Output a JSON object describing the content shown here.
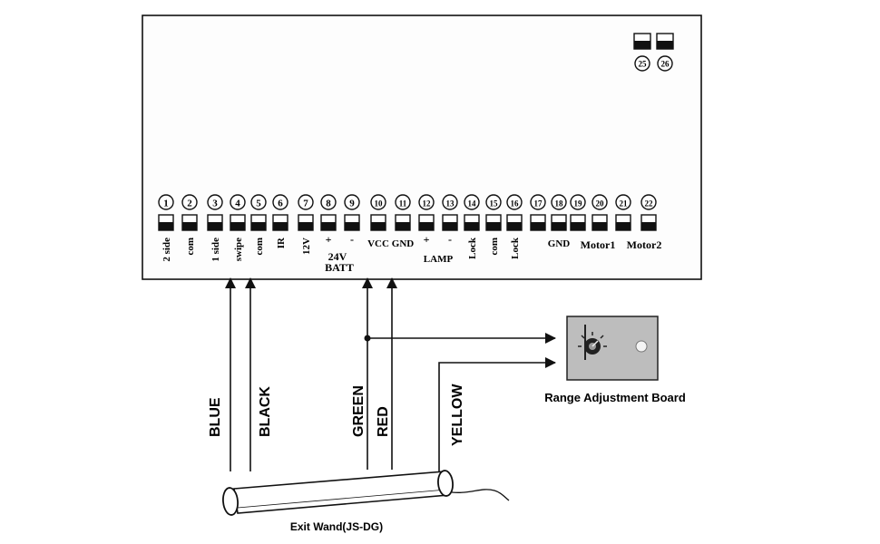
{
  "controller": {
    "terminals": [
      {
        "num": "1",
        "label": "2 side"
      },
      {
        "num": "2",
        "label": "com"
      },
      {
        "num": "3",
        "label": "1 side"
      },
      {
        "num": "4",
        "label": "swipe"
      },
      {
        "num": "5",
        "label": "com"
      },
      {
        "num": "6",
        "label": "IR"
      },
      {
        "num": "7",
        "label": "12V"
      },
      {
        "num": "8",
        "label": "+"
      },
      {
        "num": "9",
        "label": "-"
      },
      {
        "num": "10",
        "label": "VCC"
      },
      {
        "num": "11",
        "label": "GND"
      },
      {
        "num": "12",
        "label": "+"
      },
      {
        "num": "13",
        "label": "-"
      },
      {
        "num": "14",
        "label": "Lock"
      },
      {
        "num": "15",
        "label": "com"
      },
      {
        "num": "16",
        "label": "Lock"
      },
      {
        "num": "17",
        "label": ""
      },
      {
        "num": "18",
        "label": ""
      },
      {
        "num": "19",
        "label": ""
      },
      {
        "num": "20",
        "label": ""
      },
      {
        "num": "21",
        "label": ""
      },
      {
        "num": "22",
        "label": ""
      }
    ],
    "group_labels": {
      "batt_top": "24V",
      "batt_bottom": "BATT",
      "lamp": "LAMP",
      "gnd": "GND",
      "motor1": "Motor1",
      "motor2": "Motor2"
    },
    "corner_terminals": [
      "25",
      "26"
    ]
  },
  "wires": {
    "blue": "BLUE",
    "black": "BLACK",
    "green": "GREEN",
    "red": "RED",
    "yellow": "YELLOW"
  },
  "range_board": {
    "label": "Range Adjustment Board"
  },
  "exit_wand": {
    "label": "Exit Wand(JS-DG)"
  },
  "colors": {
    "ink": "#111111",
    "board_fill": "#b9b9b9"
  }
}
